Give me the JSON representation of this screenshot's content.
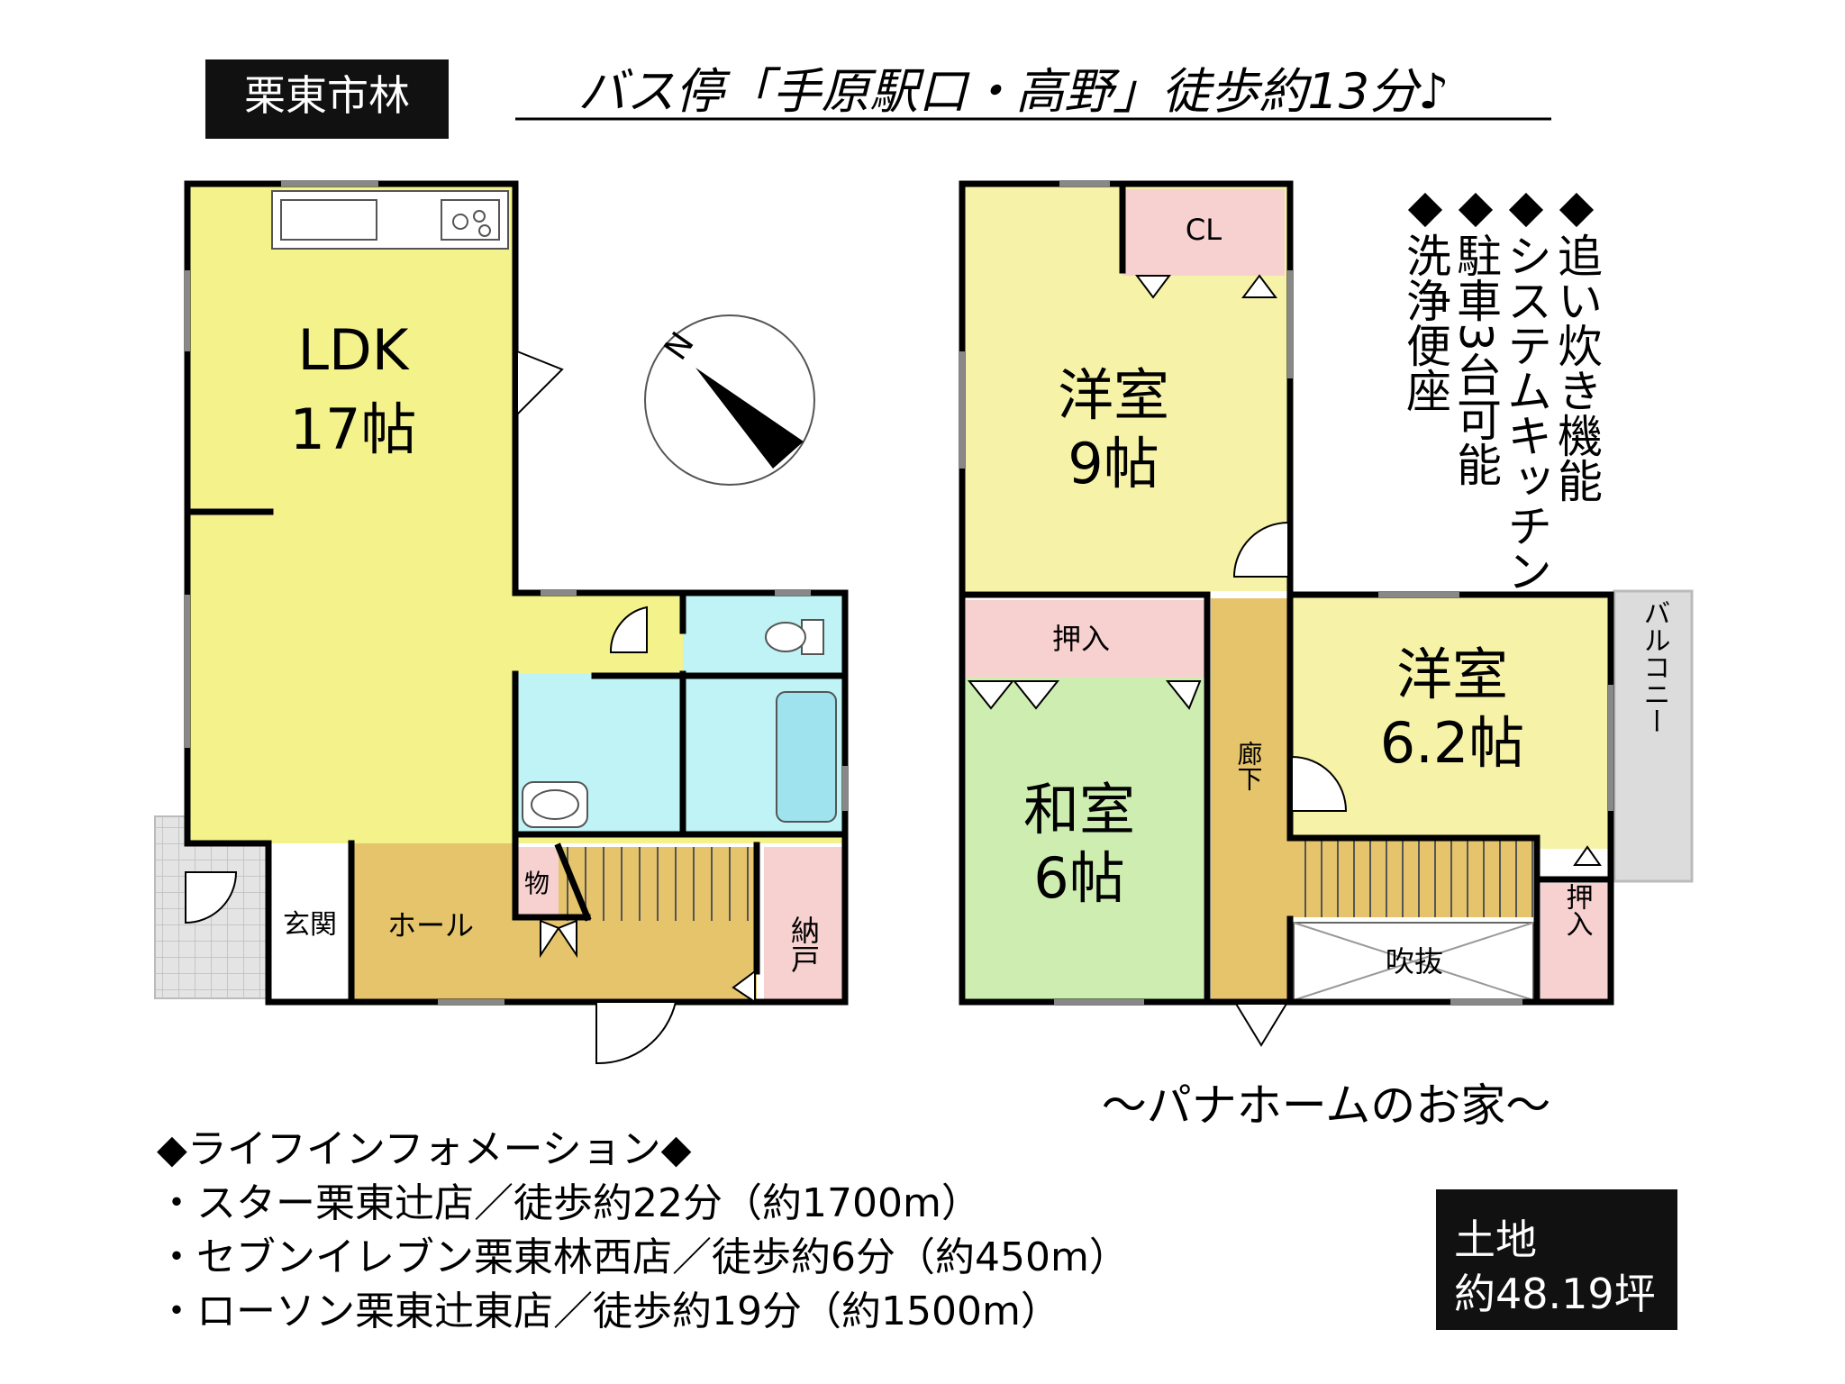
{
  "header": {
    "location": "栗東市林",
    "access": "バス停「手原駅口・高野」徒歩約13分♪"
  },
  "compass": {
    "north_label": "N"
  },
  "rooms": {
    "ldk_name": "LDK",
    "ldk_size": "17帖",
    "western9_name": "洋室",
    "western9_size": "9帖",
    "cl": "CL",
    "oshiire_1": "押入",
    "japanese_name": "和室",
    "japanese_size": "6帖",
    "corridor": "廊下",
    "western62_name": "洋室",
    "western62_size": "6.2帖",
    "balcony": "バルコニー",
    "oshiire_2": "押入",
    "fukinuke": "吹抜",
    "entrance": "玄関",
    "hall": "ホール",
    "storage": "物",
    "nando": "納戸"
  },
  "features": [
    "◆追い炊き機能",
    "◆システムキッチン",
    "◆駐車3台可能",
    "◆洗浄便座"
  ],
  "builder_note": "～パナホームのお家～",
  "life_info": {
    "title": "◆ライフインフォメーション◆",
    "items": [
      "・スター栗東辻店／徒歩約22分（約1700m）",
      "・セブンイレブン栗東林西店／徒歩約6分（約450m）",
      "・ローソン栗東辻東店／徒歩約19分（約1500m）"
    ]
  },
  "land": {
    "label": "土地",
    "area": "約48.19坪"
  },
  "colors": {
    "ldk": "#f4f28a",
    "western": "#f6f3a8",
    "closet": "#f7d0d0",
    "japanese": "#cdeeb0",
    "wet": "#bff3f6",
    "corridor": "#e6c46c",
    "balcony": "#dcdcdc",
    "label_bg": "#111111"
  }
}
